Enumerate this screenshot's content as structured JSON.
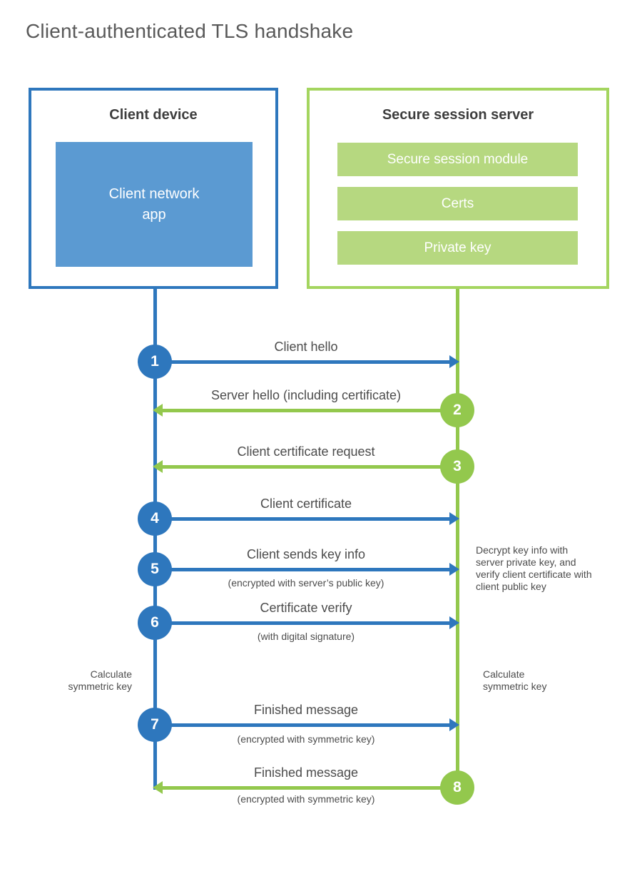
{
  "title": "Client-authenticated TLS handshake",
  "colors": {
    "blue_accent": "#2e77bd",
    "blue_fill": "#5b9ad2",
    "green_accent": "#93c84d",
    "green_border": "#a4d55f",
    "green_fill": "#b6d880",
    "heading_text": "#3d3d3d",
    "body_text": "#4c4c4c"
  },
  "client": {
    "header": "Client device",
    "app_label": "Client network app"
  },
  "server": {
    "header": "Secure session server",
    "modules": [
      "Secure session module",
      "Certs",
      "Private key"
    ]
  },
  "messages": [
    {
      "step": "1",
      "from": "client",
      "label": "Client hello",
      "sublabel": ""
    },
    {
      "step": "2",
      "from": "server",
      "label": "Server hello (including certificate)",
      "sublabel": ""
    },
    {
      "step": "3",
      "from": "server",
      "label": "Client certificate request",
      "sublabel": ""
    },
    {
      "step": "4",
      "from": "client",
      "label": "Client certificate",
      "sublabel": ""
    },
    {
      "step": "5",
      "from": "client",
      "label": "Client sends key info",
      "sublabel": "(encrypted with server’s public key)"
    },
    {
      "step": "6",
      "from": "client",
      "label": "Certificate verify",
      "sublabel": "(with digital signature)"
    },
    {
      "step": "7",
      "from": "client",
      "label": "Finished message",
      "sublabel": "(encrypted with symmetric key)"
    },
    {
      "step": "8",
      "from": "server",
      "label": "Finished message",
      "sublabel": "(encrypted with symmetric key)"
    }
  ],
  "annotations": {
    "decrypt_note": "Decrypt key info with server private key, and verify client certificate with client public key",
    "calc_left": "Calculate symmetric key",
    "calc_right": "Calculate symmetric key"
  }
}
